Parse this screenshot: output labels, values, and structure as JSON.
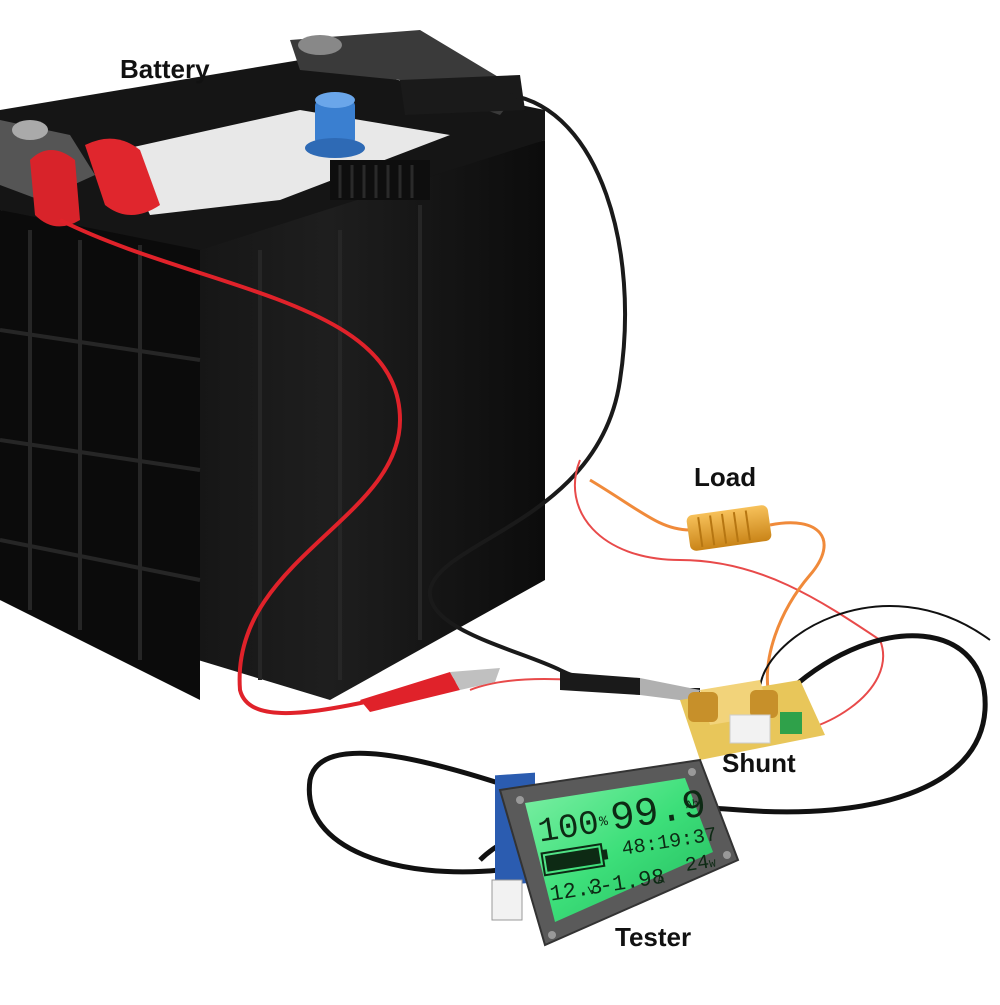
{
  "labels": {
    "battery": "Battery",
    "load": "Load",
    "shunt": "Shunt",
    "tester": "Tester"
  },
  "display": {
    "percent": "100",
    "percent_unit": "%",
    "capacity": "99.9",
    "capacity_unit": "Ah",
    "time": "48:19:37",
    "voltage": "12.3",
    "voltage_unit": "V",
    "current": "-1.98",
    "current_unit": "A",
    "power": "24",
    "power_unit": "W",
    "battery_fill": 1.0
  },
  "colors": {
    "battery_case": "#121212",
    "red_wire": "#e0222a",
    "black_wire": "#1a1a1a",
    "orange_wire": "#f08a3a",
    "lcd_green": "#3ddf7a",
    "tester_bezel": "#5a5a5a",
    "resistor_gold": "#e0a030",
    "terminal_blue": "#3a7fd0"
  }
}
